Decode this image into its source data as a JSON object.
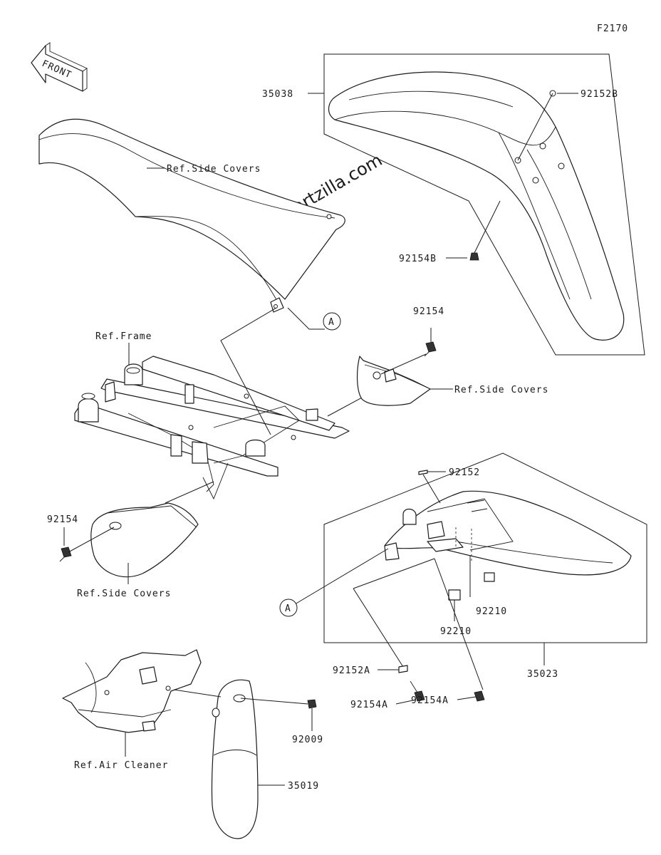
{
  "figure_code": "F2170",
  "front_label": "FRONT",
  "watermark": "© Partzilla.com",
  "callouts": {
    "p35038": "35038",
    "p92152b": "92152B",
    "p92154b": "92154B",
    "p92154_upper": "92154",
    "p92154_left": "92154",
    "p92152": "92152",
    "p92210_a": "92210",
    "p92210_b": "92210",
    "p35023": "35023",
    "p92152a": "92152A",
    "p92154a_1": "92154A",
    "p92154a_2": "92154A",
    "p92009": "92009",
    "p35019": "35019"
  },
  "refs": {
    "seat_side_covers": "Ref.Side Covers",
    "frame": "Ref.Frame",
    "right_side_covers": "Ref.Side Covers",
    "left_side_covers": "Ref.Side Covers",
    "air_cleaner": "Ref.Air Cleaner"
  },
  "connector_letter": "A"
}
